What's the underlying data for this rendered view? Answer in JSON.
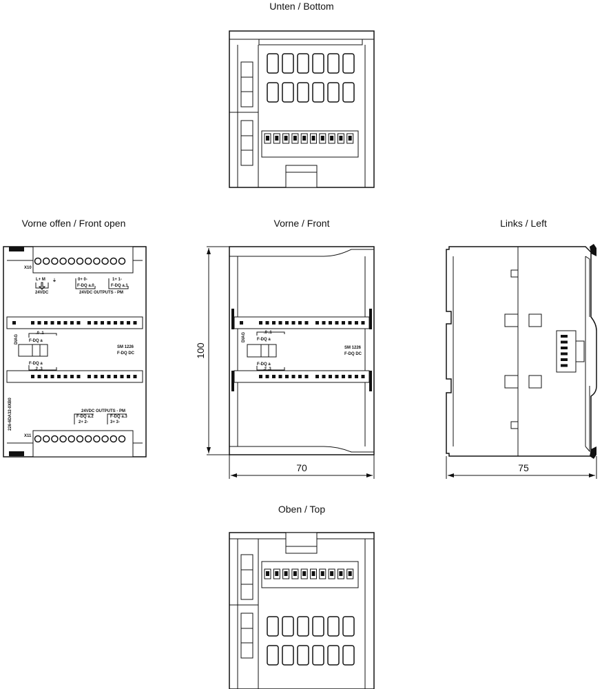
{
  "views": {
    "bottom": {
      "title": "Unten / Bottom"
    },
    "front_open": {
      "title": "Vorne offen / Front open",
      "connector_top": "X10",
      "connector_bottom": "X11",
      "power_label": "L+  M",
      "power_voltage": "24VDC",
      "outputs_top": "24VDC OUTPUTS - PM",
      "ch0": "0+  0-",
      "ch0_name": "F-DQ a.0",
      "ch1": "1+  1-",
      "ch1_name": "F-DQ a.1",
      "outputs_bottom": "24VDC OUTPUTS - PM",
      "ch2": "2+  2-",
      "ch2_name": "F-DQ a.2",
      "ch3": "3+  3-",
      "ch3_name": "F-DQ a.3",
      "order_number": "226-6DA32-0XB0"
    },
    "front": {
      "title": "Vorne / Front"
    },
    "left": {
      "title": "Links / Left"
    },
    "top": {
      "title": "Oben / Top"
    }
  },
  "panel": {
    "diag": "DIAG",
    "group_top": "F-DQ a",
    "group_top_channels": ".0  .1",
    "group_bottom": "F-DQ a",
    "group_bottom_channels": ".2  .3",
    "model": "SM 1226",
    "model_type": "F-DQ DC"
  },
  "dimensions": {
    "height": "100",
    "width": "70",
    "depth": "75"
  }
}
